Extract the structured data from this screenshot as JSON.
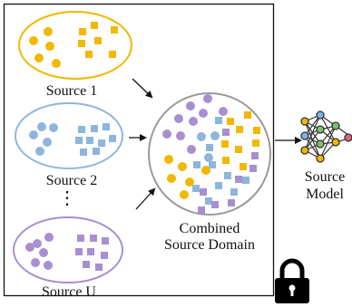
{
  "sources": [
    {
      "label": "Source 1",
      "color": "#f2b800"
    },
    {
      "label": "Source 2",
      "color": "#8fb5dd"
    },
    {
      "label": "Source U",
      "color": "#a78fd0"
    }
  ],
  "ellipsis": "⋮",
  "combined": {
    "line1": "Combined",
    "line2": "Source Domain"
  },
  "model": {
    "line1": "Source",
    "line2": "Model",
    "node_colors": [
      "#f2b800",
      "#7fb3e6",
      "#7cc06c",
      "#e0607e"
    ]
  },
  "icons": {
    "lock": "lock-icon",
    "network": "neural-network-icon"
  }
}
